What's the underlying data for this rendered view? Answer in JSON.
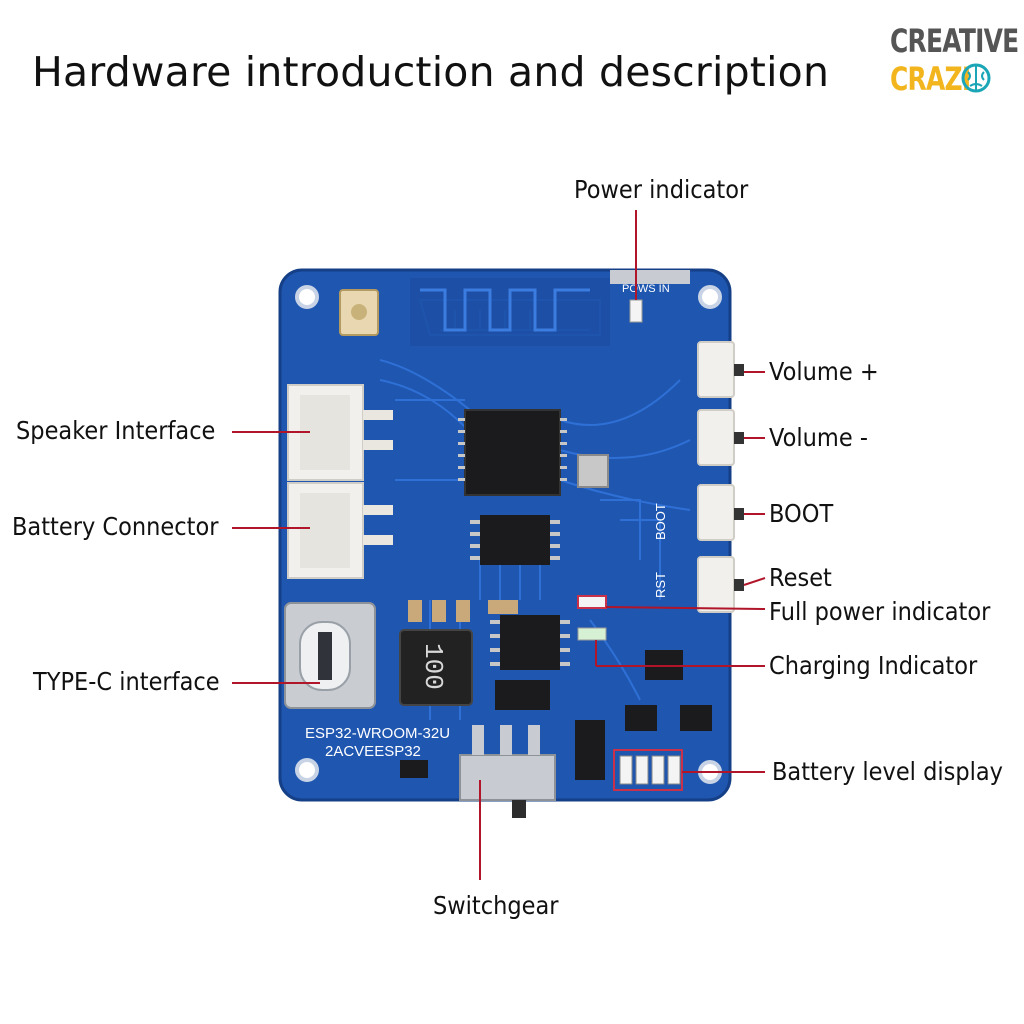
{
  "title": "Hardware introduction and description",
  "logo": {
    "line1": "CREATIVE",
    "line2": "CRAZI",
    "brain": "brain-icon"
  },
  "labels": {
    "power_indicator": "Power indicator",
    "volume_plus": "Volume +",
    "volume_minus": "Volume -",
    "boot": "BOOT",
    "reset": "Reset",
    "full_power_indicator": "Full power indicator",
    "charging_indicator": "Charging Indicator",
    "battery_level_display": "Battery level display",
    "speaker_interface": "Speaker Interface",
    "battery_connector": "Battery Connector",
    "type_c_interface": "TYPE-C interface",
    "switchgear": "Switchgear"
  },
  "board_text": {
    "module_line1": "ESP32-WROOM-32U",
    "module_line2": "2ACVEESP32",
    "inductor": "100",
    "pows_in": "POWS IN",
    "boot_silk": "BOOT",
    "rst_silk": "RST"
  },
  "colors": {
    "pcb": "#1f56b0",
    "pcb_dark": "#17479a",
    "trace": "#2a6ad0",
    "callout_line": "#b0152a",
    "connector": "#f1f0ec",
    "chip": "#1a1a1a",
    "logo_gray": "#555555",
    "logo_yellow": "#f2b51d",
    "logo_brain": "#1aa6b7"
  }
}
